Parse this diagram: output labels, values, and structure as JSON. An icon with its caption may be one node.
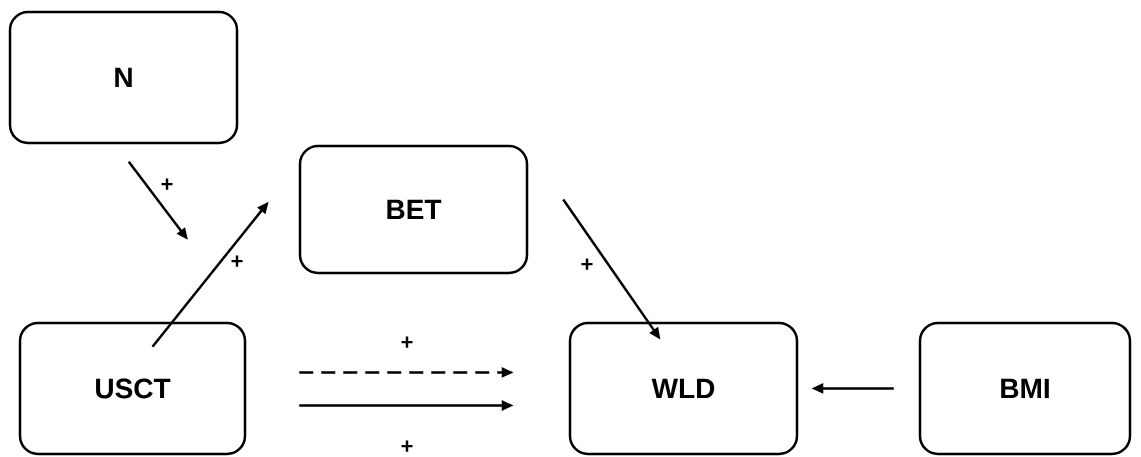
{
  "diagram": {
    "nodes": [
      {
        "text": [
          "N"
        ]
      },
      {
        "text": [
          "BET"
        ]
      },
      {
        "text": [
          "USCT"
        ]
      },
      {
        "text": [
          "WLD"
        ]
      },
      {
        "text": [
          "BMI"
        ]
      }
    ],
    "edges": [
      {
        "from": 0,
        "to": null,
        "arrow": "to",
        "label": "+"
      },
      {
        "from": 2,
        "to": 1,
        "arrow": "to",
        "label": "+"
      },
      {
        "from": 1,
        "to": 3,
        "arrow": "to",
        "label": "+"
      },
      {
        "from": 2,
        "to": 3,
        "arrow": "to",
        "label": "+",
        "style": "dashed"
      },
      {
        "from": 2,
        "to": 3,
        "arrow": "to",
        "label": "+"
      },
      {
        "from": 4,
        "to": 3,
        "arrow": "to"
      }
    ]
  }
}
